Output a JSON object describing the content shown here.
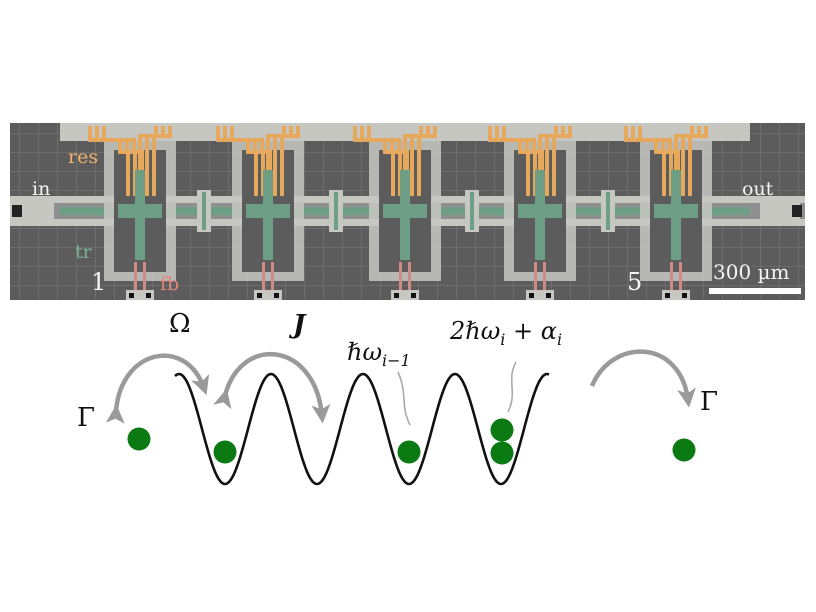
{
  "chip": {
    "colors": {
      "substrate": "#5c5c5c",
      "grid": "#7a7a7a",
      "metal": "#c7c7c2",
      "resonator": "#e5a85c",
      "transmon": "#6e9f86",
      "feedline": "#cf8a87",
      "text_white": "#f4f4f4",
      "text_orange": "#f0b070",
      "text_green": "#7fae97",
      "text_red": "#e0857c"
    },
    "label_in": "in",
    "label_out": "out",
    "label_res": "res",
    "label_tr": "tr",
    "label_fb": "fb",
    "label_first": "1",
    "label_last": "5",
    "scale_bar": "300 µm"
  },
  "schematic": {
    "colors": {
      "well": "#111111",
      "particle": "#0b7a12",
      "arrow": "#9a9a9a"
    },
    "label_drive": "Ω",
    "label_hopping": "J",
    "label_loss_left": "Γ",
    "label_loss_right": "Γ",
    "label_single_energy": "ℏω",
    "label_single_energy_sub": "i−1",
    "label_double_energy_a": "2ℏω",
    "label_double_energy_a_sub": "i",
    "label_double_energy_b": " + α",
    "label_double_energy_b_sub": "i"
  }
}
